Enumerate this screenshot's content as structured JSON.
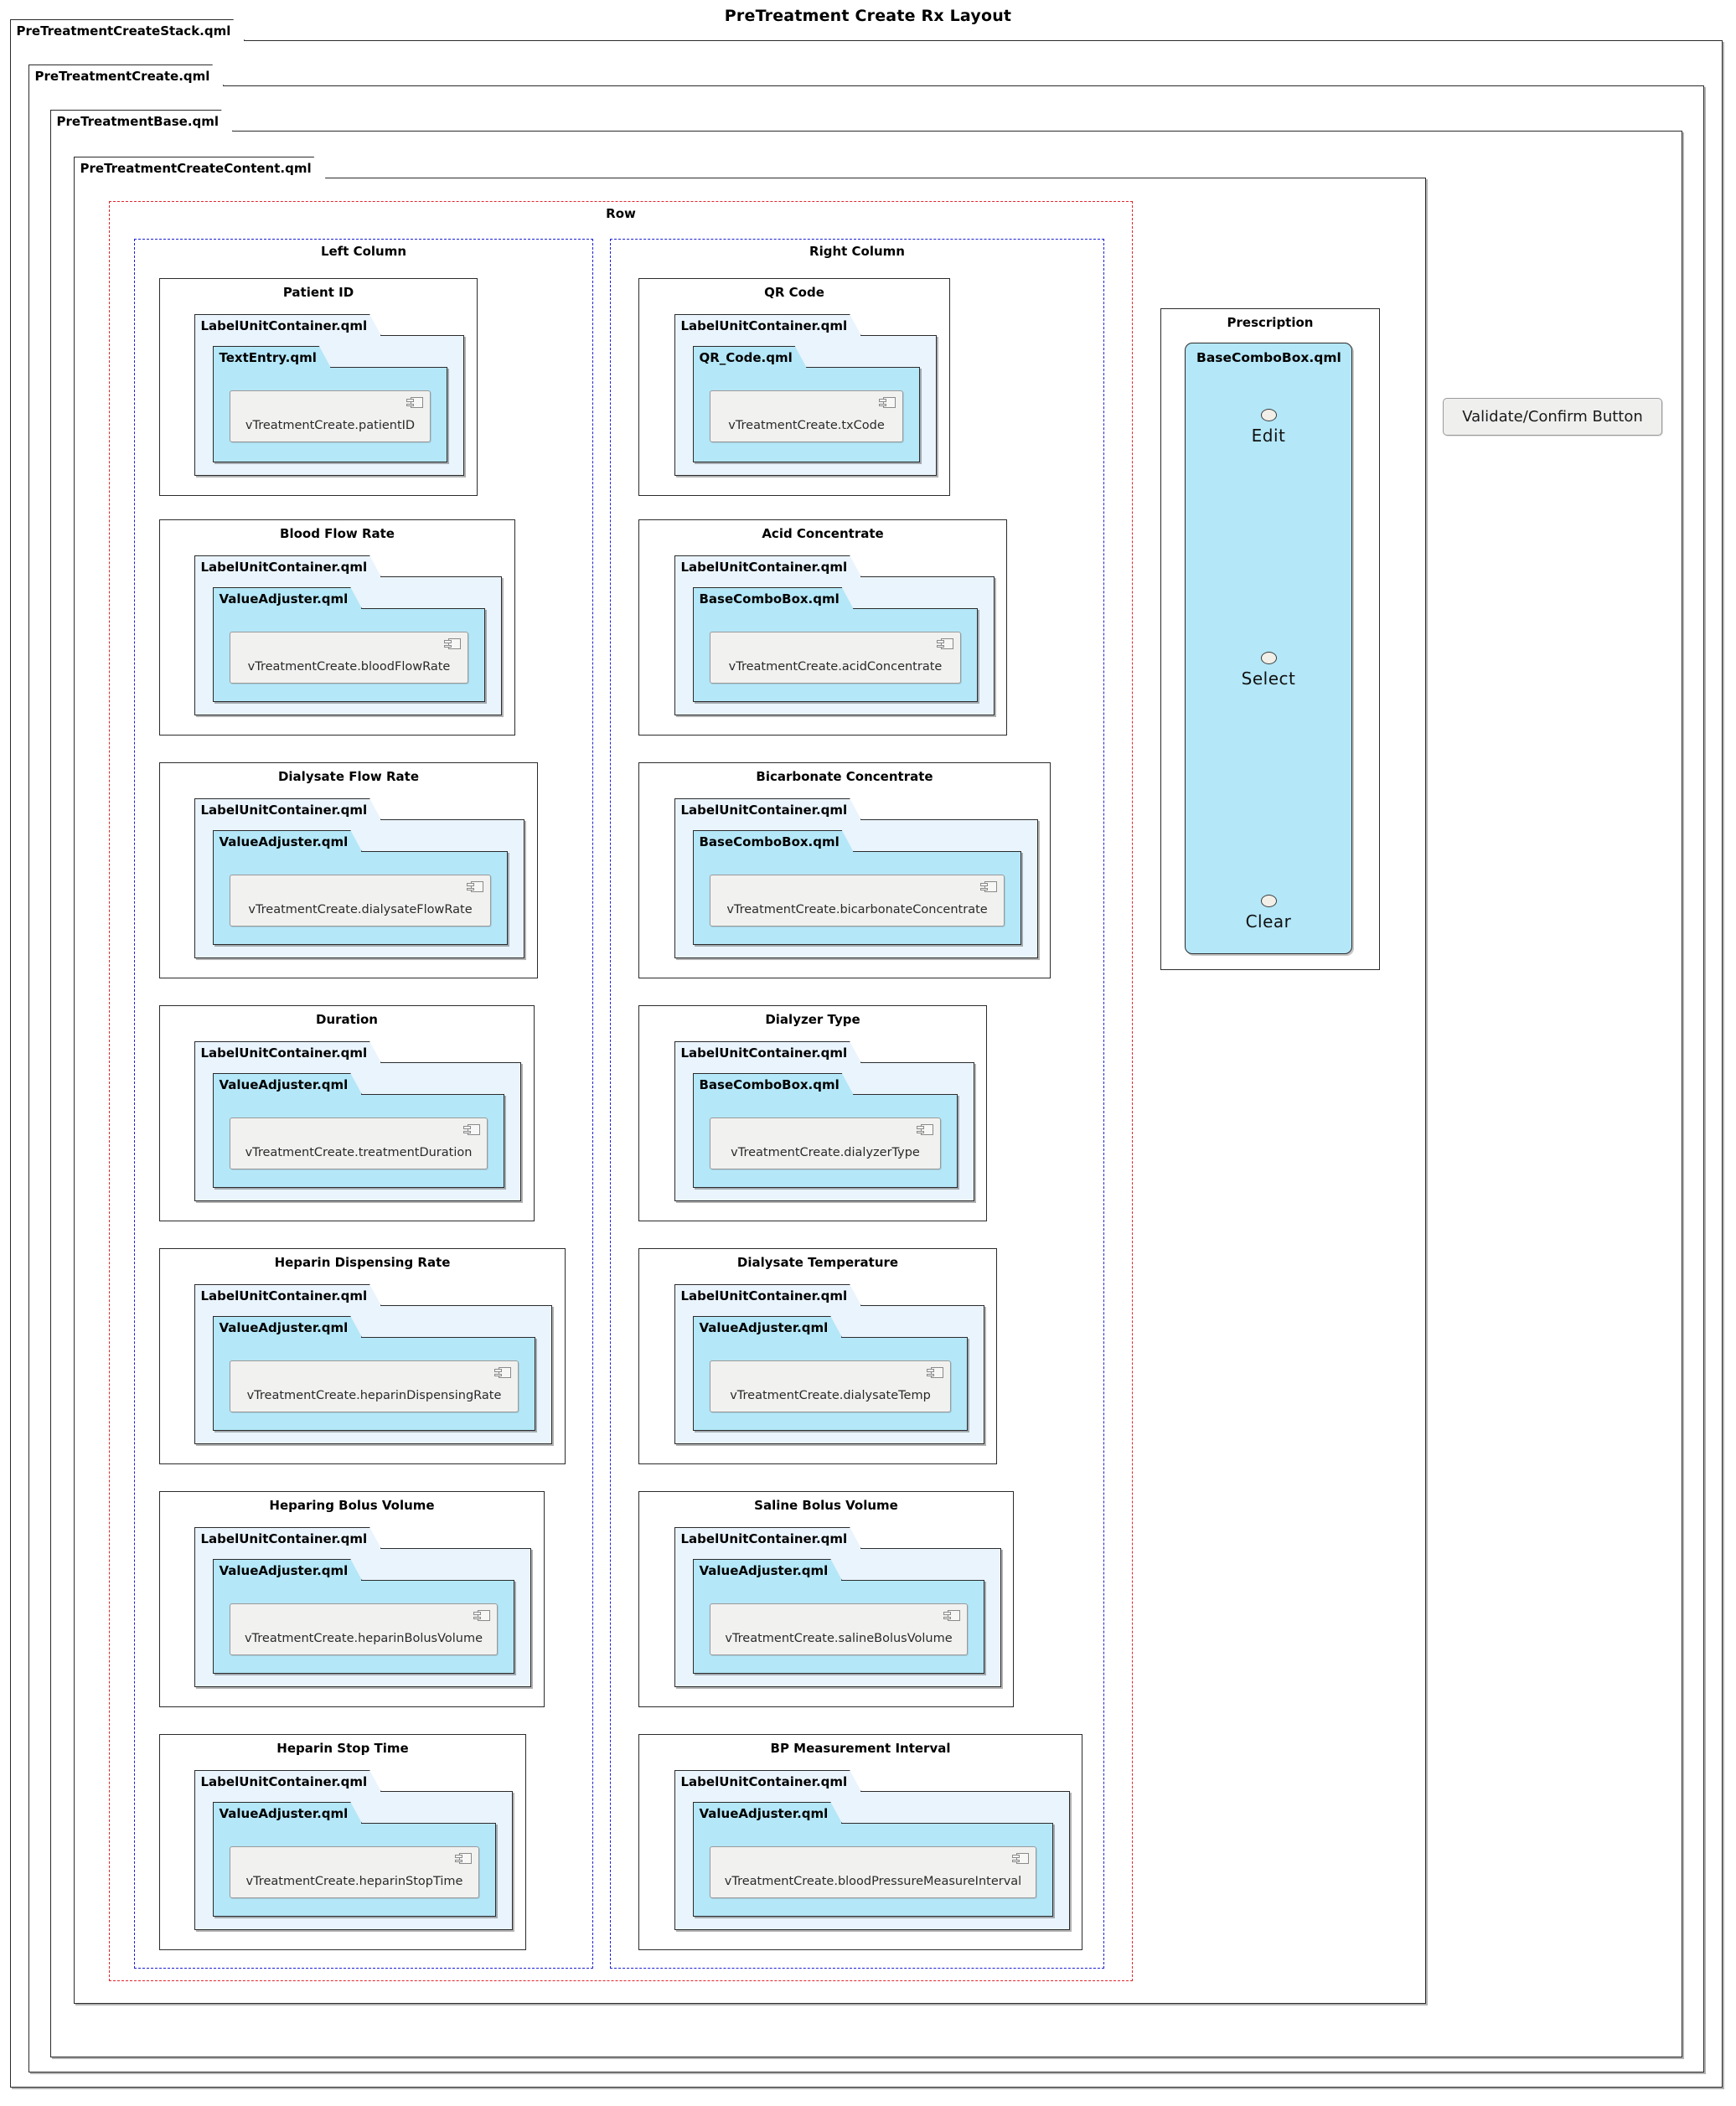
{
  "diagram": {
    "title": "PreTreatment Create Rx Layout"
  },
  "packages": {
    "stack": {
      "label": "PreTreatmentCreateStack.qml"
    },
    "create": {
      "label": "PreTreatmentCreate.qml"
    },
    "base": {
      "label": "PreTreatmentBase.qml"
    },
    "content": {
      "label": "PreTreatmentCreateContent.qml"
    }
  },
  "groups": {
    "row": {
      "label": "Row"
    },
    "left_column": {
      "label": "Left Column"
    },
    "right_column": {
      "label": "Right Column"
    }
  },
  "left_column_fields": [
    {
      "title": "Patient ID",
      "container": "LabelUnitContainer.qml",
      "control": "TextEntry.qml",
      "component": "vTreatmentCreate.patientID"
    },
    {
      "title": "Blood Flow Rate",
      "container": "LabelUnitContainer.qml",
      "control": "ValueAdjuster.qml",
      "component": "vTreatmentCreate.bloodFlowRate"
    },
    {
      "title": "Dialysate Flow Rate",
      "container": "LabelUnitContainer.qml",
      "control": "ValueAdjuster.qml",
      "component": "vTreatmentCreate.dialysateFlowRate"
    },
    {
      "title": "Duration",
      "container": "LabelUnitContainer.qml",
      "control": "ValueAdjuster.qml",
      "component": "vTreatmentCreate.treatmentDuration"
    },
    {
      "title": "Heparin Dispensing Rate",
      "container": "LabelUnitContainer.qml",
      "control": "ValueAdjuster.qml",
      "component": "vTreatmentCreate.heparinDispensingRate"
    },
    {
      "title": "Heparing Bolus Volume",
      "container": "LabelUnitContainer.qml",
      "control": "ValueAdjuster.qml",
      "component": "vTreatmentCreate.heparinBolusVolume"
    },
    {
      "title": "Heparin Stop Time",
      "container": "LabelUnitContainer.qml",
      "control": "ValueAdjuster.qml",
      "component": "vTreatmentCreate.heparinStopTime"
    }
  ],
  "right_column_fields": [
    {
      "title": "QR Code",
      "container": "LabelUnitContainer.qml",
      "control": "QR_Code.qml",
      "component": "vTreatmentCreate.txCode"
    },
    {
      "title": "Acid Concentrate",
      "container": "LabelUnitContainer.qml",
      "control": "BaseComboBox.qml",
      "component": "vTreatmentCreate.acidConcentrate"
    },
    {
      "title": "Bicarbonate Concentrate",
      "container": "LabelUnitContainer.qml",
      "control": "BaseComboBox.qml",
      "component": "vTreatmentCreate.bicarbonateConcentrate"
    },
    {
      "title": "Dialyzer Type",
      "container": "LabelUnitContainer.qml",
      "control": "BaseComboBox.qml",
      "component": "vTreatmentCreate.dialyzerType"
    },
    {
      "title": "Dialysate Temperature",
      "container": "LabelUnitContainer.qml",
      "control": "ValueAdjuster.qml",
      "component": "vTreatmentCreate.dialysateTemp"
    },
    {
      "title": "Saline Bolus Volume",
      "container": "LabelUnitContainer.qml",
      "control": "ValueAdjuster.qml",
      "component": "vTreatmentCreate.salineBolusVolume"
    },
    {
      "title": "BP Measurement Interval",
      "container": "LabelUnitContainer.qml",
      "control": "ValueAdjuster.qml",
      "component": "vTreatmentCreate.bloodPressureMeasureInterval"
    }
  ],
  "prescription": {
    "title": "Prescription",
    "combo_title": "BaseComboBox.qml",
    "items": [
      {
        "label": "Edit"
      },
      {
        "label": "Select"
      },
      {
        "label": "Clear"
      }
    ]
  },
  "validate_button": {
    "label": "Validate/Confirm Button"
  },
  "colors": {
    "package_fill": "#ffffff",
    "label_unit_container_fill": "#eaf4fd",
    "control_fill": "#b4e7f8",
    "component_fill": "#f1f1f0",
    "row_border": "#e3242b",
    "column_border": "#1b22d6",
    "stroke": "#2b2b2b"
  },
  "layout": {
    "left_column_geometry": [
      {
        "frame": [
          190,
          332,
          380,
          260
        ],
        "luc": [
          232,
          400,
          322,
          168
        ],
        "ctl": [
          254,
          438,
          280,
          114
        ],
        "comp": [
          274,
          466,
          240,
          62
        ]
      },
      {
        "frame": [
          190,
          620,
          425,
          258
        ],
        "luc": [
          232,
          688,
          367,
          166
        ],
        "ctl": [
          254,
          726,
          325,
          112
        ],
        "comp": [
          274,
          754,
          285,
          62
        ]
      },
      {
        "frame": [
          190,
          910,
          452,
          258
        ],
        "luc": [
          232,
          978,
          394,
          166
        ],
        "ctl": [
          254,
          1016,
          352,
          112
        ],
        "comp": [
          274,
          1044,
          312,
          62
        ]
      },
      {
        "frame": [
          190,
          1200,
          448,
          258
        ],
        "luc": [
          232,
          1268,
          390,
          166
        ],
        "ctl": [
          254,
          1306,
          348,
          112
        ],
        "comp": [
          274,
          1334,
          308,
          62
        ]
      },
      {
        "frame": [
          190,
          1490,
          485,
          258
        ],
        "luc": [
          232,
          1558,
          427,
          166
        ],
        "ctl": [
          254,
          1596,
          385,
          112
        ],
        "comp": [
          274,
          1624,
          345,
          62
        ]
      },
      {
        "frame": [
          190,
          1780,
          460,
          258
        ],
        "luc": [
          232,
          1848,
          402,
          166
        ],
        "ctl": [
          254,
          1886,
          360,
          112
        ],
        "comp": [
          274,
          1914,
          320,
          62
        ]
      },
      {
        "frame": [
          190,
          2070,
          438,
          258
        ],
        "luc": [
          232,
          2138,
          380,
          166
        ],
        "ctl": [
          254,
          2176,
          338,
          112
        ],
        "comp": [
          274,
          2204,
          298,
          62
        ]
      }
    ],
    "right_column_geometry": [
      {
        "frame": [
          762,
          332,
          372,
          260
        ],
        "luc": [
          805,
          400,
          313,
          168
        ],
        "ctl": [
          827,
          438,
          271,
          114
        ],
        "comp": [
          847,
          466,
          231,
          62
        ]
      },
      {
        "frame": [
          762,
          620,
          440,
          258
        ],
        "luc": [
          805,
          688,
          382,
          166
        ],
        "ctl": [
          827,
          726,
          340,
          112
        ],
        "comp": [
          847,
          754,
          300,
          62
        ]
      },
      {
        "frame": [
          762,
          910,
          492,
          258
        ],
        "luc": [
          805,
          978,
          434,
          166
        ],
        "ctl": [
          827,
          1016,
          392,
          112
        ],
        "comp": [
          847,
          1044,
          352,
          62
        ]
      },
      {
        "frame": [
          762,
          1200,
          416,
          258
        ],
        "luc": [
          805,
          1268,
          358,
          166
        ],
        "ctl": [
          827,
          1306,
          316,
          112
        ],
        "comp": [
          847,
          1334,
          276,
          62
        ]
      },
      {
        "frame": [
          762,
          1490,
          428,
          258
        ],
        "luc": [
          805,
          1558,
          370,
          166
        ],
        "ctl": [
          827,
          1596,
          328,
          112
        ],
        "comp": [
          847,
          1624,
          288,
          62
        ]
      },
      {
        "frame": [
          762,
          1780,
          448,
          258
        ],
        "luc": [
          805,
          1848,
          390,
          166
        ],
        "ctl": [
          827,
          1886,
          348,
          112
        ],
        "comp": [
          847,
          1914,
          308,
          62
        ]
      },
      {
        "frame": [
          762,
          2070,
          530,
          258
        ],
        "luc": [
          805,
          2138,
          472,
          166
        ],
        "ctl": [
          827,
          2176,
          430,
          112
        ],
        "comp": [
          847,
          2204,
          390,
          62
        ]
      }
    ]
  }
}
